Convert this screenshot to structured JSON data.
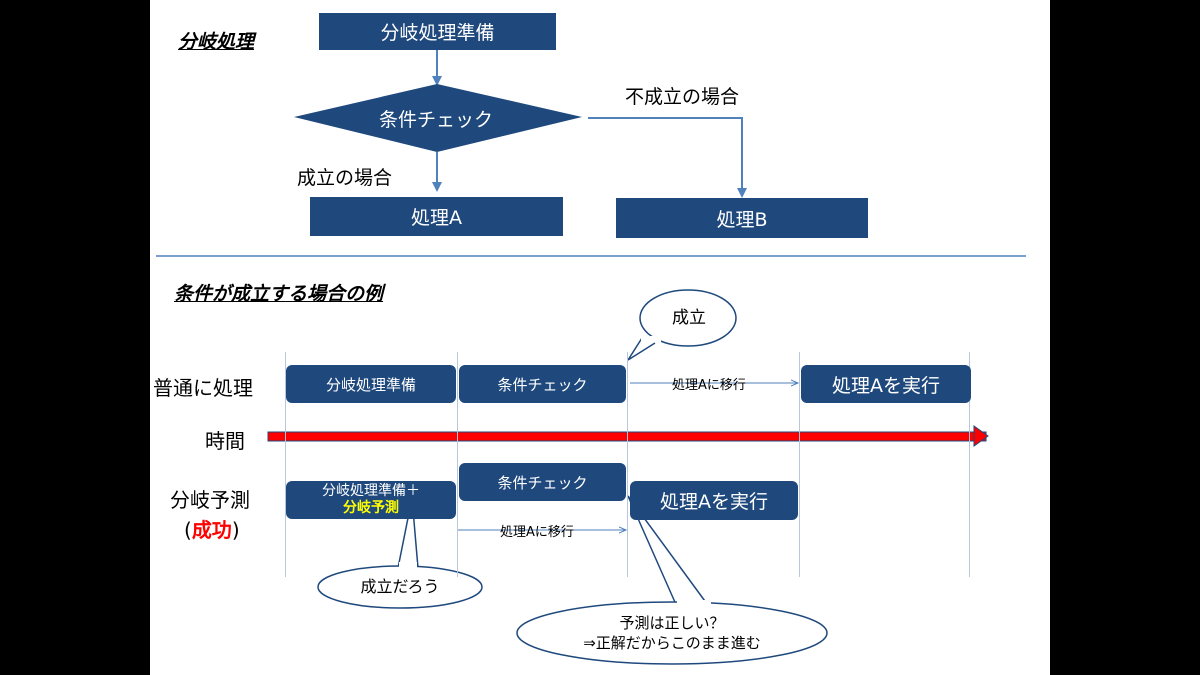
{
  "flowchart": {
    "title": "分岐処理",
    "prepare": "分岐処理準備",
    "check": "条件チェック",
    "not_ok_label": "不成立の場合",
    "ok_label": "成立の場合",
    "process_a": "処理A",
    "process_b": "処理B"
  },
  "example": {
    "title": "条件が成立する場合の例",
    "callout_ok": "成立",
    "normal_label": "普通に処理",
    "normal_prepare": "分岐処理準備",
    "normal_check": "条件チェック",
    "normal_transition": "処理Aに移行",
    "normal_exec": "処理Aを実行",
    "time_label": "時間",
    "predict_label": "分岐予測",
    "predict_result_open": "(",
    "predict_result": "成功",
    "predict_result_close": ")",
    "predict_prepare_line1": "分岐処理準備＋",
    "predict_prepare_line2": "分岐予測",
    "predict_check": "条件チェック",
    "predict_exec": "処理Aを実行",
    "predict_transition": "処理Aに移行",
    "callout_guess": "成立だろう",
    "callout_right_line1": "予測は正しい？",
    "callout_right_line2": "⇒正解だからこのまま進む"
  },
  "colors": {
    "box": "#1f497d",
    "arrow": "#4f81bd",
    "time_arrow": "#ff0000",
    "highlight": "#ffff00",
    "success": "#ff0000"
  }
}
